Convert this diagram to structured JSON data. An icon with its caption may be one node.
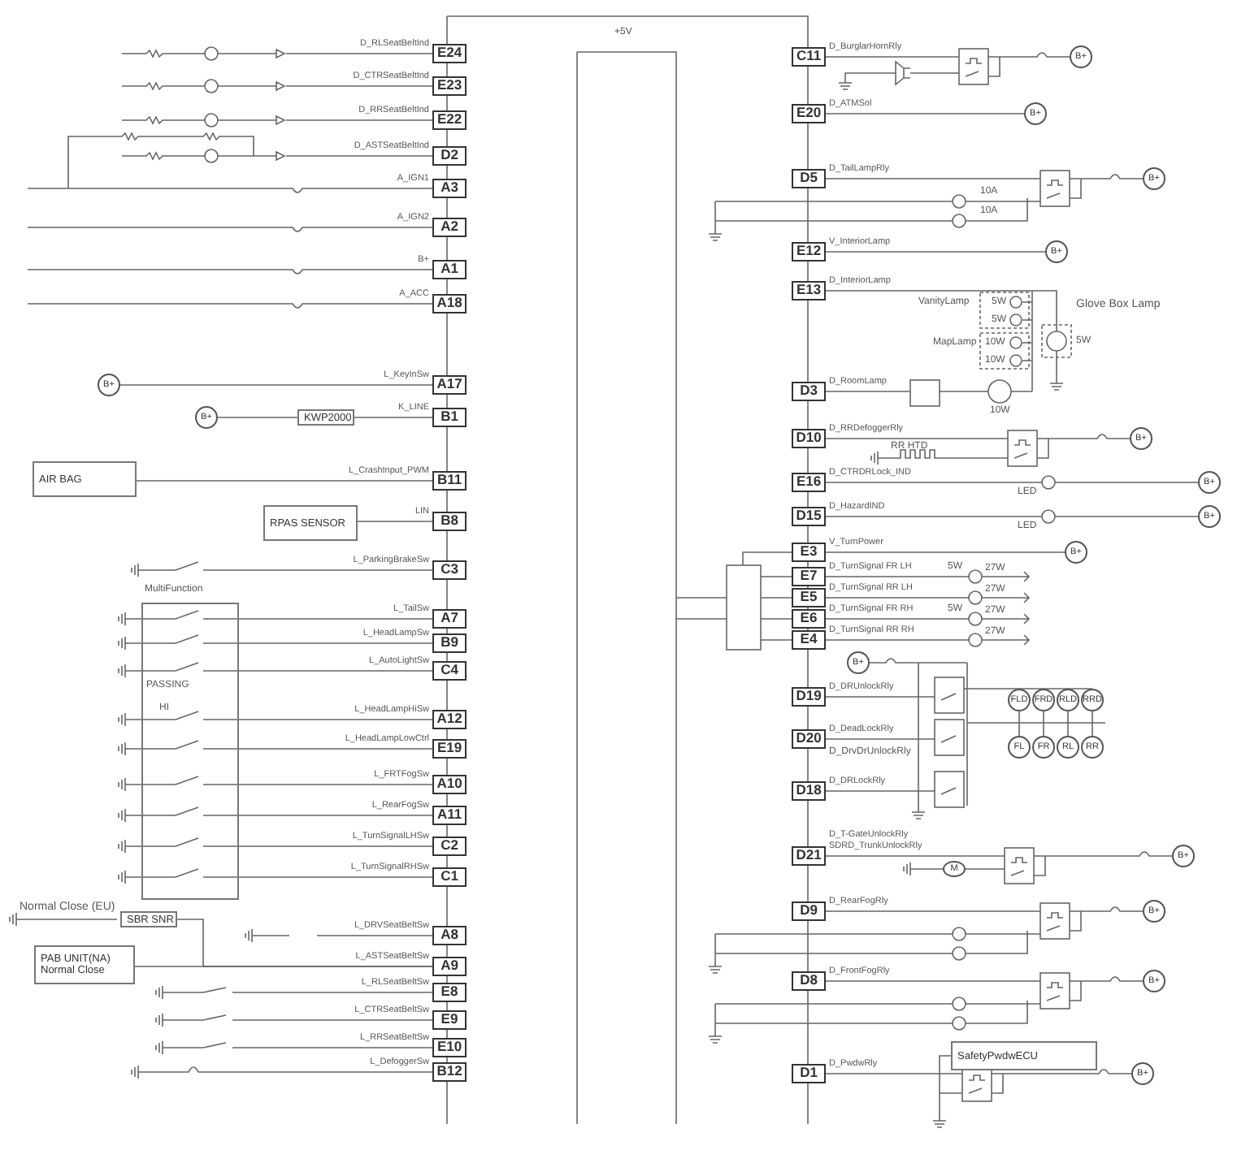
{
  "diagram": {
    "nodes": [
      {
        "text": [
          "E24"
        ],
        "beside": [
          "D_RLSeatBeltInd"
        ]
      },
      {
        "text": [
          "E23"
        ],
        "beside": [
          "D_CTRSeatBeltInd"
        ]
      },
      {
        "text": [
          "E22"
        ],
        "beside": [
          "D_RRSeatBeltInd"
        ]
      },
      {
        "text": [
          "D2"
        ],
        "beside": [
          "D_ASTSeatBeltInd"
        ]
      },
      {
        "text": [
          "A3"
        ],
        "beside": [
          "A_IGN1"
        ]
      },
      {
        "text": [
          "A2"
        ],
        "beside": [
          "A_IGN2"
        ]
      },
      {
        "text": [
          "A1"
        ],
        "beside": [
          "B+"
        ]
      },
      {
        "text": [
          "A18"
        ],
        "beside": [
          "A_ACC"
        ]
      },
      {
        "text": [
          "A17"
        ],
        "beside": [
          "L_KeyInSw"
        ]
      },
      {
        "text": [
          "B1"
        ],
        "beside": [
          "K_LINE"
        ]
      },
      {
        "text": [
          "B11"
        ],
        "beside": [
          "L_CrashInput_PWM"
        ]
      },
      {
        "text": [
          "B8"
        ],
        "beside": [
          "LIN"
        ]
      },
      {
        "text": [
          "C3"
        ],
        "beside": [
          "L_ParkingBrakeSw"
        ]
      },
      {
        "text": [
          "A7"
        ],
        "beside": [
          "L_TailSw"
        ]
      },
      {
        "text": [
          "B9"
        ],
        "beside": [
          "L_HeadLampSw"
        ]
      },
      {
        "text": [
          "C4"
        ],
        "beside": [
          "L_AutoLightSw"
        ]
      },
      {
        "text": [
          "A12"
        ],
        "beside": [
          "L_HeadLampHiSw"
        ]
      },
      {
        "text": [
          "E19"
        ],
        "beside": [
          "L_HeadLampLowCtrl"
        ]
      },
      {
        "text": [
          "A10"
        ],
        "beside": [
          "L_FRTFogSw"
        ]
      },
      {
        "text": [
          "A11"
        ],
        "beside": [
          "L_RearFogSw"
        ]
      },
      {
        "text": [
          "C2"
        ],
        "beside": [
          "L_TurnSignalLHSw"
        ]
      },
      {
        "text": [
          "C1"
        ],
        "beside": [
          "L_TurnSignalRHSw"
        ]
      },
      {
        "text": [
          "A8"
        ],
        "beside": [
          "L_DRVSeatBeltSw"
        ]
      },
      {
        "text": [
          "A9"
        ],
        "beside": [
          "L_ASTSeatBeltSw"
        ]
      },
      {
        "text": [
          "E8"
        ],
        "beside": [
          "L_RLSeatBeltSw"
        ]
      },
      {
        "text": [
          "E9"
        ],
        "beside": [
          "L_CTRSeatBeltSw"
        ]
      },
      {
        "text": [
          "E10"
        ],
        "beside": [
          "L_RRSeatBeltSw"
        ]
      },
      {
        "text": [
          "B12"
        ],
        "beside": [
          "L_DefoggerSw"
        ]
      },
      {
        "text": [
          "C11"
        ],
        "beside": [
          "D_BurglarHornRly"
        ]
      },
      {
        "text": [
          "E20"
        ],
        "beside": [
          "D_ATMSol"
        ]
      },
      {
        "text": [
          "D5"
        ],
        "beside": [
          "D_TailLampRly"
        ]
      },
      {
        "text": [
          "E12"
        ],
        "beside": [
          "V_InteriorLamp"
        ]
      },
      {
        "text": [
          "E13"
        ],
        "beside": [
          "D_InteriorLamp"
        ]
      },
      {
        "text": [
          "D3"
        ],
        "beside": [
          "D_RoomLamp"
        ]
      },
      {
        "text": [
          "D10"
        ],
        "beside": [
          "D_RRDefoggerRly"
        ]
      },
      {
        "text": [
          "E16"
        ],
        "beside": [
          "D_CTRDRLock_IND"
        ]
      },
      {
        "text": [
          "D15"
        ],
        "beside": [
          "D_HazardIND"
        ]
      },
      {
        "text": [
          "E3"
        ],
        "beside": [
          "V_TurnPower"
        ]
      },
      {
        "text": [
          "E7"
        ],
        "beside": [
          "D_TurnSignal FR LH"
        ]
      },
      {
        "text": [
          "E5"
        ],
        "beside": [
          "D_TurnSignal RR LH"
        ]
      },
      {
        "text": [
          "E6"
        ],
        "beside": [
          "D_TurnSignal FR RH"
        ]
      },
      {
        "text": [
          "E4"
        ],
        "beside": [
          "D_TurnSignal RR RH"
        ]
      },
      {
        "text": [
          "D19"
        ],
        "beside": [
          "D_DRUnlockRly"
        ]
      },
      {
        "text": [
          "D20"
        ],
        "beside": [
          "D_DeadLockRly"
        ]
      },
      {
        "text": [
          "D18"
        ],
        "beside": [
          "D_DRLockRly"
        ]
      },
      {
        "text": [
          "D21"
        ],
        "beside": [
          "D_T-GateUnlockRly",
          "SDRD_TrunkUnlockRly"
        ]
      },
      {
        "text": [
          "D9"
        ],
        "beside": [
          "D_RearFogRly"
        ]
      },
      {
        "text": [
          "D8"
        ],
        "beside": [
          "D_FrontFogRly"
        ]
      },
      {
        "text": [
          "D1"
        ],
        "beside": [
          "D_PwdwRly"
        ]
      },
      {
        "text": [
          "B+"
        ]
      },
      {
        "text": [
          "B+"
        ]
      },
      {
        "text": [
          "KWP2000"
        ]
      },
      {
        "text": [
          "AIR BAG"
        ]
      },
      {
        "text": [
          "RPAS SENSOR"
        ]
      },
      {
        "text": [
          "MultiFunction"
        ]
      },
      {
        "text": [
          "SBR SNR"
        ]
      },
      {
        "text": [
          "PAB UNIT(NA)",
          "Normal Close"
        ]
      },
      {
        "text": [
          "B+"
        ]
      },
      {
        "text": [
          "B+"
        ]
      },
      {
        "text": [
          "B+"
        ]
      },
      {
        "text": [
          "B+"
        ]
      },
      {
        "text": [
          "B+"
        ]
      },
      {
        "text": [
          "B+"
        ]
      },
      {
        "text": [
          "B+"
        ]
      },
      {
        "text": [
          "B+"
        ]
      },
      {
        "text": [
          "B+"
        ]
      },
      {
        "text": [
          "B+"
        ]
      },
      {
        "text": [
          "B+"
        ]
      },
      {
        "text": [
          "B+"
        ]
      },
      {
        "text": [
          "B+"
        ]
      },
      {
        "text": [
          "SafetyPwdwECU"
        ]
      },
      {
        "text": [
          "FLD"
        ]
      },
      {
        "text": [
          "FRD"
        ]
      },
      {
        "text": [
          "RLD"
        ]
      },
      {
        "text": [
          "RRD"
        ]
      },
      {
        "text": [
          "FL"
        ]
      },
      {
        "text": [
          "FR"
        ]
      },
      {
        "text": [
          "RL"
        ]
      },
      {
        "text": [
          "RR"
        ]
      },
      {
        "text": [
          "M"
        ]
      }
    ],
    "edges": [
      {
        "from": 49,
        "to": 8,
        "arrow": "none"
      },
      {
        "from": 50,
        "to": 51,
        "arrow": "none"
      },
      {
        "from": 51,
        "to": 9,
        "arrow": "none"
      },
      {
        "from": 52,
        "to": 10,
        "arrow": "none"
      },
      {
        "from": 53,
        "to": 11,
        "arrow": "none"
      },
      {
        "from": 55,
        "to": 23,
        "arrow": "none"
      },
      {
        "from": 56,
        "to": 23,
        "arrow": "none"
      },
      {
        "from": 29,
        "to": 58,
        "arrow": "none"
      },
      {
        "from": 31,
        "to": 60,
        "arrow": "none"
      },
      {
        "from": 35,
        "to": 62,
        "arrow": "none"
      },
      {
        "from": 36,
        "to": 63,
        "arrow": "none"
      },
      {
        "from": 37,
        "to": 64,
        "arrow": "none"
      },
      {
        "from": 54,
        "to": 13,
        "arrow": "none"
      },
      {
        "from": 54,
        "to": 14,
        "arrow": "none"
      },
      {
        "from": 54,
        "to": 15,
        "arrow": "none"
      },
      {
        "from": 54,
        "to": 16,
        "arrow": "none"
      },
      {
        "from": 54,
        "to": 17,
        "arrow": "none"
      },
      {
        "from": 54,
        "to": 18,
        "arrow": "none"
      },
      {
        "from": 54,
        "to": 19,
        "arrow": "none"
      },
      {
        "from": 54,
        "to": 20,
        "arrow": "none"
      },
      {
        "from": 54,
        "to": 21,
        "arrow": "none"
      }
    ],
    "labels": [
      "+5V",
      "PASSING",
      "HI",
      "Normal Close (EU)",
      "10A",
      "10A",
      "VanityLamp",
      "5W",
      "5W",
      "MapLamp",
      "10W",
      "10W",
      "Glove Box Lamp",
      "5W",
      "10W",
      "RR HTD",
      "LED",
      "LED",
      "5W",
      "27W",
      "27W",
      "5W",
      "27W",
      "27W",
      "D_DrvDrUnlockRly"
    ]
  }
}
